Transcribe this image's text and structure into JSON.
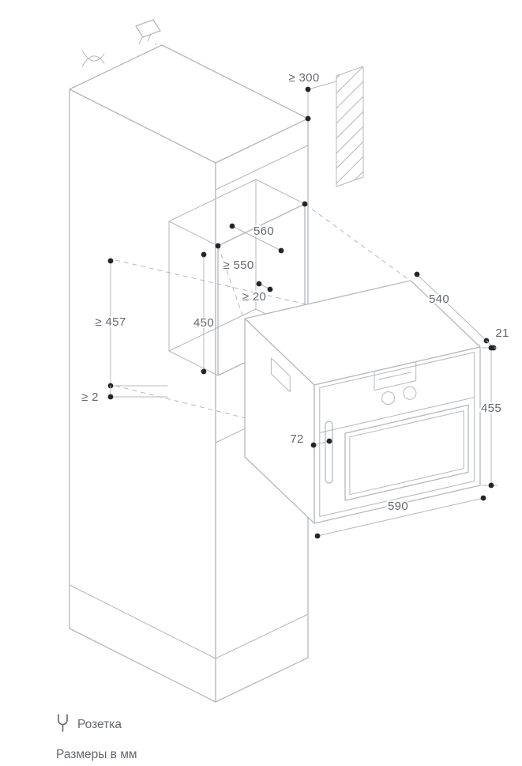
{
  "colors": {
    "background": "#ffffff",
    "line": "#b4b8bc",
    "text": "#64686d",
    "dot": "#232527"
  },
  "dimensions": {
    "clearance_top": "≥ 300",
    "niche_width": "560",
    "niche_depth": "≥ 550",
    "clearance_rear": "≥ 20",
    "niche_height": "450",
    "clearance_height": "≥ 457",
    "clearance_bottom": "≥ 2",
    "appliance_depth": "540",
    "front_protrusion": "21",
    "appliance_height": "455",
    "handle_offset": "72",
    "appliance_width": "590"
  },
  "legend": {
    "socket": "Розетка",
    "units": "Размеры в мм"
  }
}
